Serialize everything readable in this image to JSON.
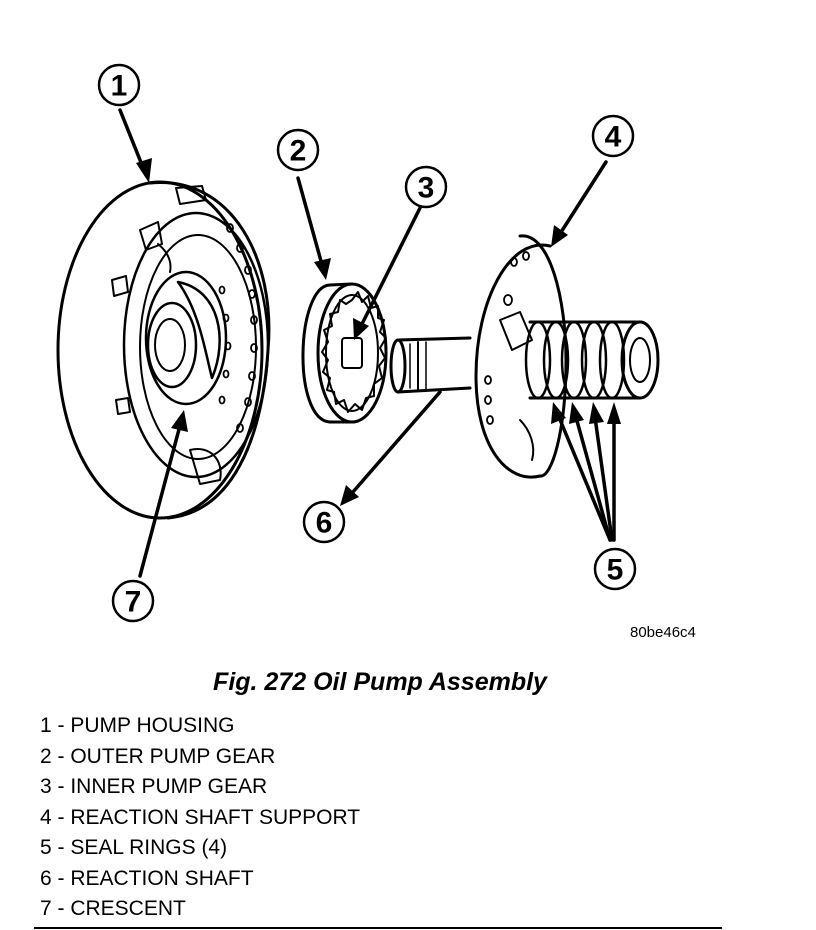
{
  "figure": {
    "image_code": "80be46c4",
    "callouts": [
      "1",
      "2",
      "3",
      "4",
      "5",
      "6",
      "7"
    ]
  },
  "caption": "Fig. 272 Oil Pump Assembly",
  "legend": [
    "1 - PUMP HOUSING",
    "2 - OUTER PUMP GEAR",
    "3 - INNER PUMP GEAR",
    "4 - REACTION SHAFT SUPPORT",
    "5 - SEAL RINGS (4)",
    "6 - REACTION SHAFT",
    "7 - CRESCENT"
  ]
}
